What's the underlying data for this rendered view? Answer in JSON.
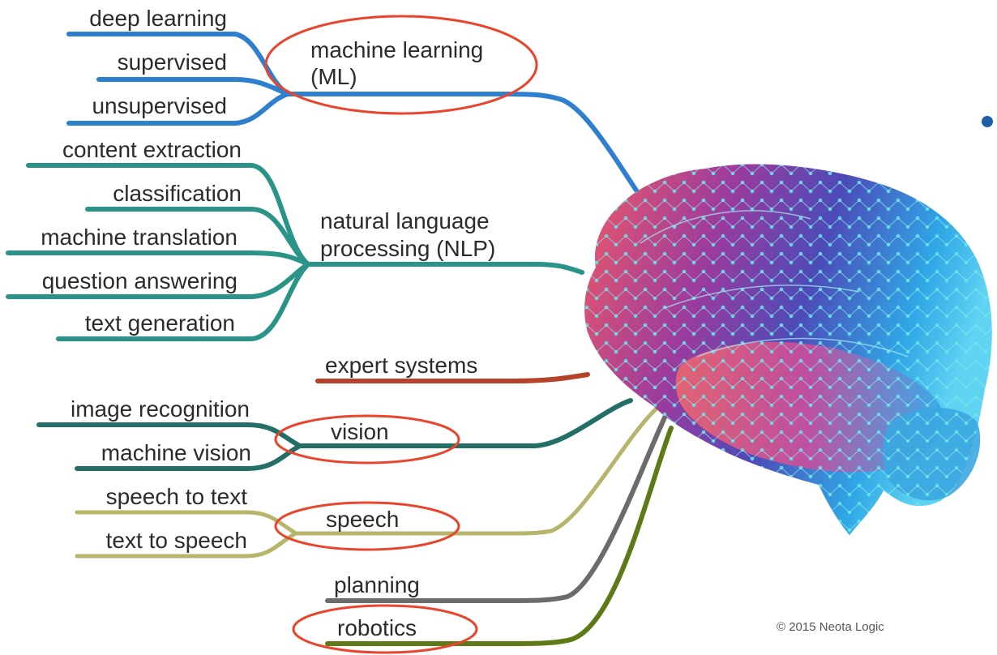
{
  "branches": {
    "ml": {
      "label_line1": "machine learning",
      "label_line2": "(ML)",
      "color": "#2f7fcf",
      "items": [
        "deep learning",
        "supervised",
        "unsupervised"
      ]
    },
    "nlp": {
      "label_line1": "natural language",
      "label_line2": "processing (NLP)",
      "color": "#2a9488",
      "items": [
        "content extraction",
        "classification",
        "machine translation",
        "question answering",
        "text generation"
      ]
    },
    "expert": {
      "label": "expert systems",
      "color": "#b5432a"
    },
    "vision": {
      "label": "vision",
      "color": "#236e66",
      "items": [
        "image recognition",
        "machine vision"
      ]
    },
    "speech": {
      "label": "speech",
      "color": "#b7b56c",
      "items": [
        "speech to text",
        "text to speech"
      ]
    },
    "planning": {
      "label": "planning",
      "color": "#6b6b6b"
    },
    "robotics": {
      "label": "robotics",
      "color": "#5e7a16"
    }
  },
  "highlight_color": "#e8452c",
  "copyright": "© 2015 Neota Logic"
}
